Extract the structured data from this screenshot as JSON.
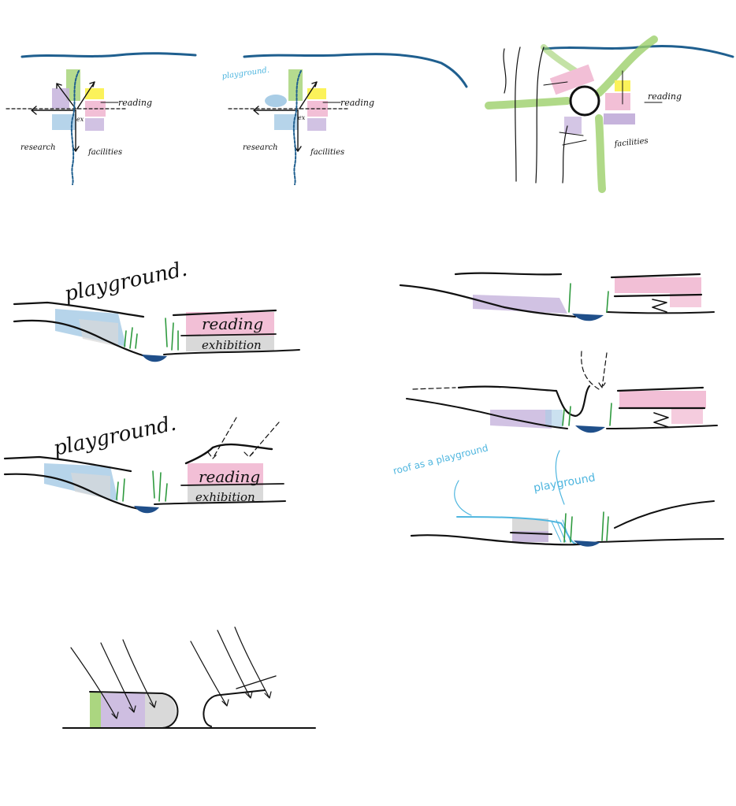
{
  "labels": {
    "reading": "reading",
    "research": "research",
    "facilities": "facilities",
    "ex": "ex",
    "playground": "playground",
    "playground_dot": "playground.",
    "exhibition": "exhibition",
    "roof_as_playground": "roof as a playground"
  },
  "colors": {
    "blue_river": "#1f5f8f",
    "green_path": "#9ccf6a",
    "lilac": "#c6b3dc",
    "pink": "#f2bfd6",
    "yellow": "#fbf25a",
    "light_blue": "#a9cde6",
    "cyan": "#4fb6df",
    "grey": "#d9d9d9",
    "water": "#1f4f8a",
    "grass": "#2e9a3e"
  }
}
